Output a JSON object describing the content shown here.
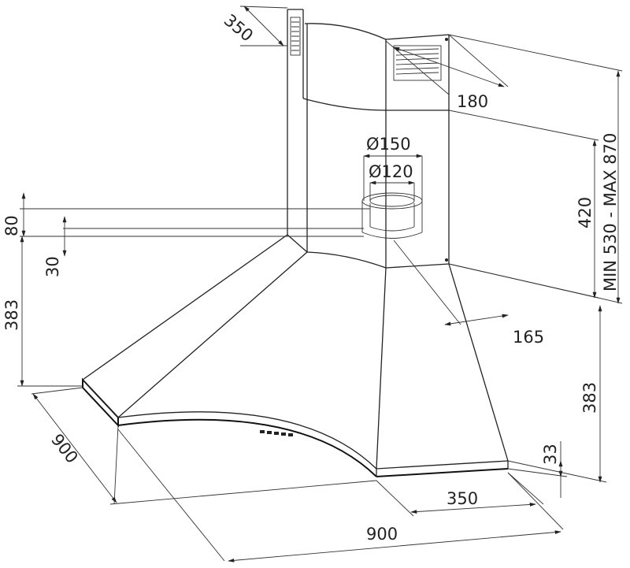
{
  "dimensions": {
    "chimney_depth": "350",
    "chimney_width": "180",
    "duct_outer": "Ø150",
    "duct_inner": "Ø120",
    "collar_height": "80",
    "collar_offset": "30",
    "left_height": "383",
    "height_range": "MIN 530 - MAX 870",
    "upper_chimney": "420",
    "duct_offset": "165",
    "canopy_height": "383",
    "edge_thickness": "33",
    "front_width": "350",
    "width": "900",
    "depth": "900"
  },
  "colors": {
    "stroke": "#222222",
    "background": "#ffffff"
  }
}
